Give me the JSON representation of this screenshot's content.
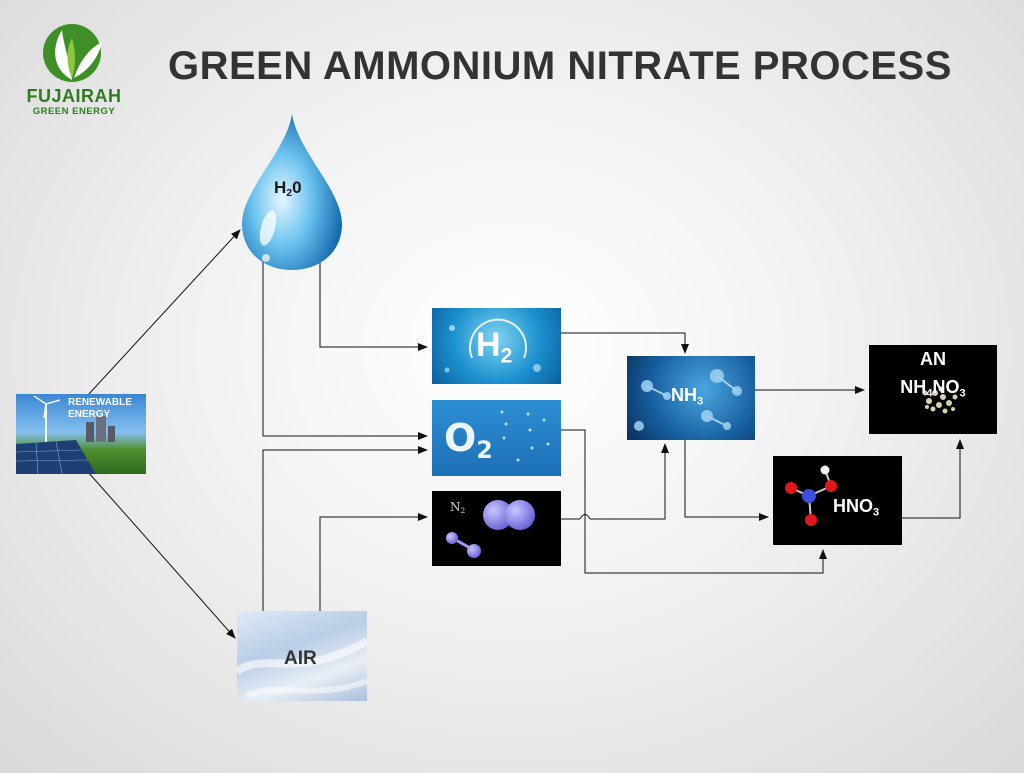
{
  "title": "GREEN AMMONIUM NITRATE PROCESS",
  "logo": {
    "line1": "FUJAIRAH",
    "line2": "GREEN ENERGY"
  },
  "nodes": {
    "renewable": {
      "line1": "RENEWABLE",
      "line2": "ENERGY"
    },
    "water": {
      "main": "H",
      "sub": "2",
      "after": "0"
    },
    "air": {
      "label": "AIR"
    },
    "h2": {
      "main": "H",
      "sub": "2"
    },
    "o2": {
      "main": "O",
      "sub": "2"
    },
    "n2": {
      "main": "N",
      "sub": "2"
    },
    "nh3": {
      "main": "NH",
      "sub": "3"
    },
    "hno3": {
      "main": "HNO",
      "sub": "3"
    },
    "an": {
      "line1": "AN",
      "f1": "NH",
      "s1": "4",
      "f2": "NO",
      "s2": "3"
    }
  },
  "colors": {
    "title": "#333333",
    "logo_green": "#2f7d1f",
    "arrow": "#111111"
  }
}
